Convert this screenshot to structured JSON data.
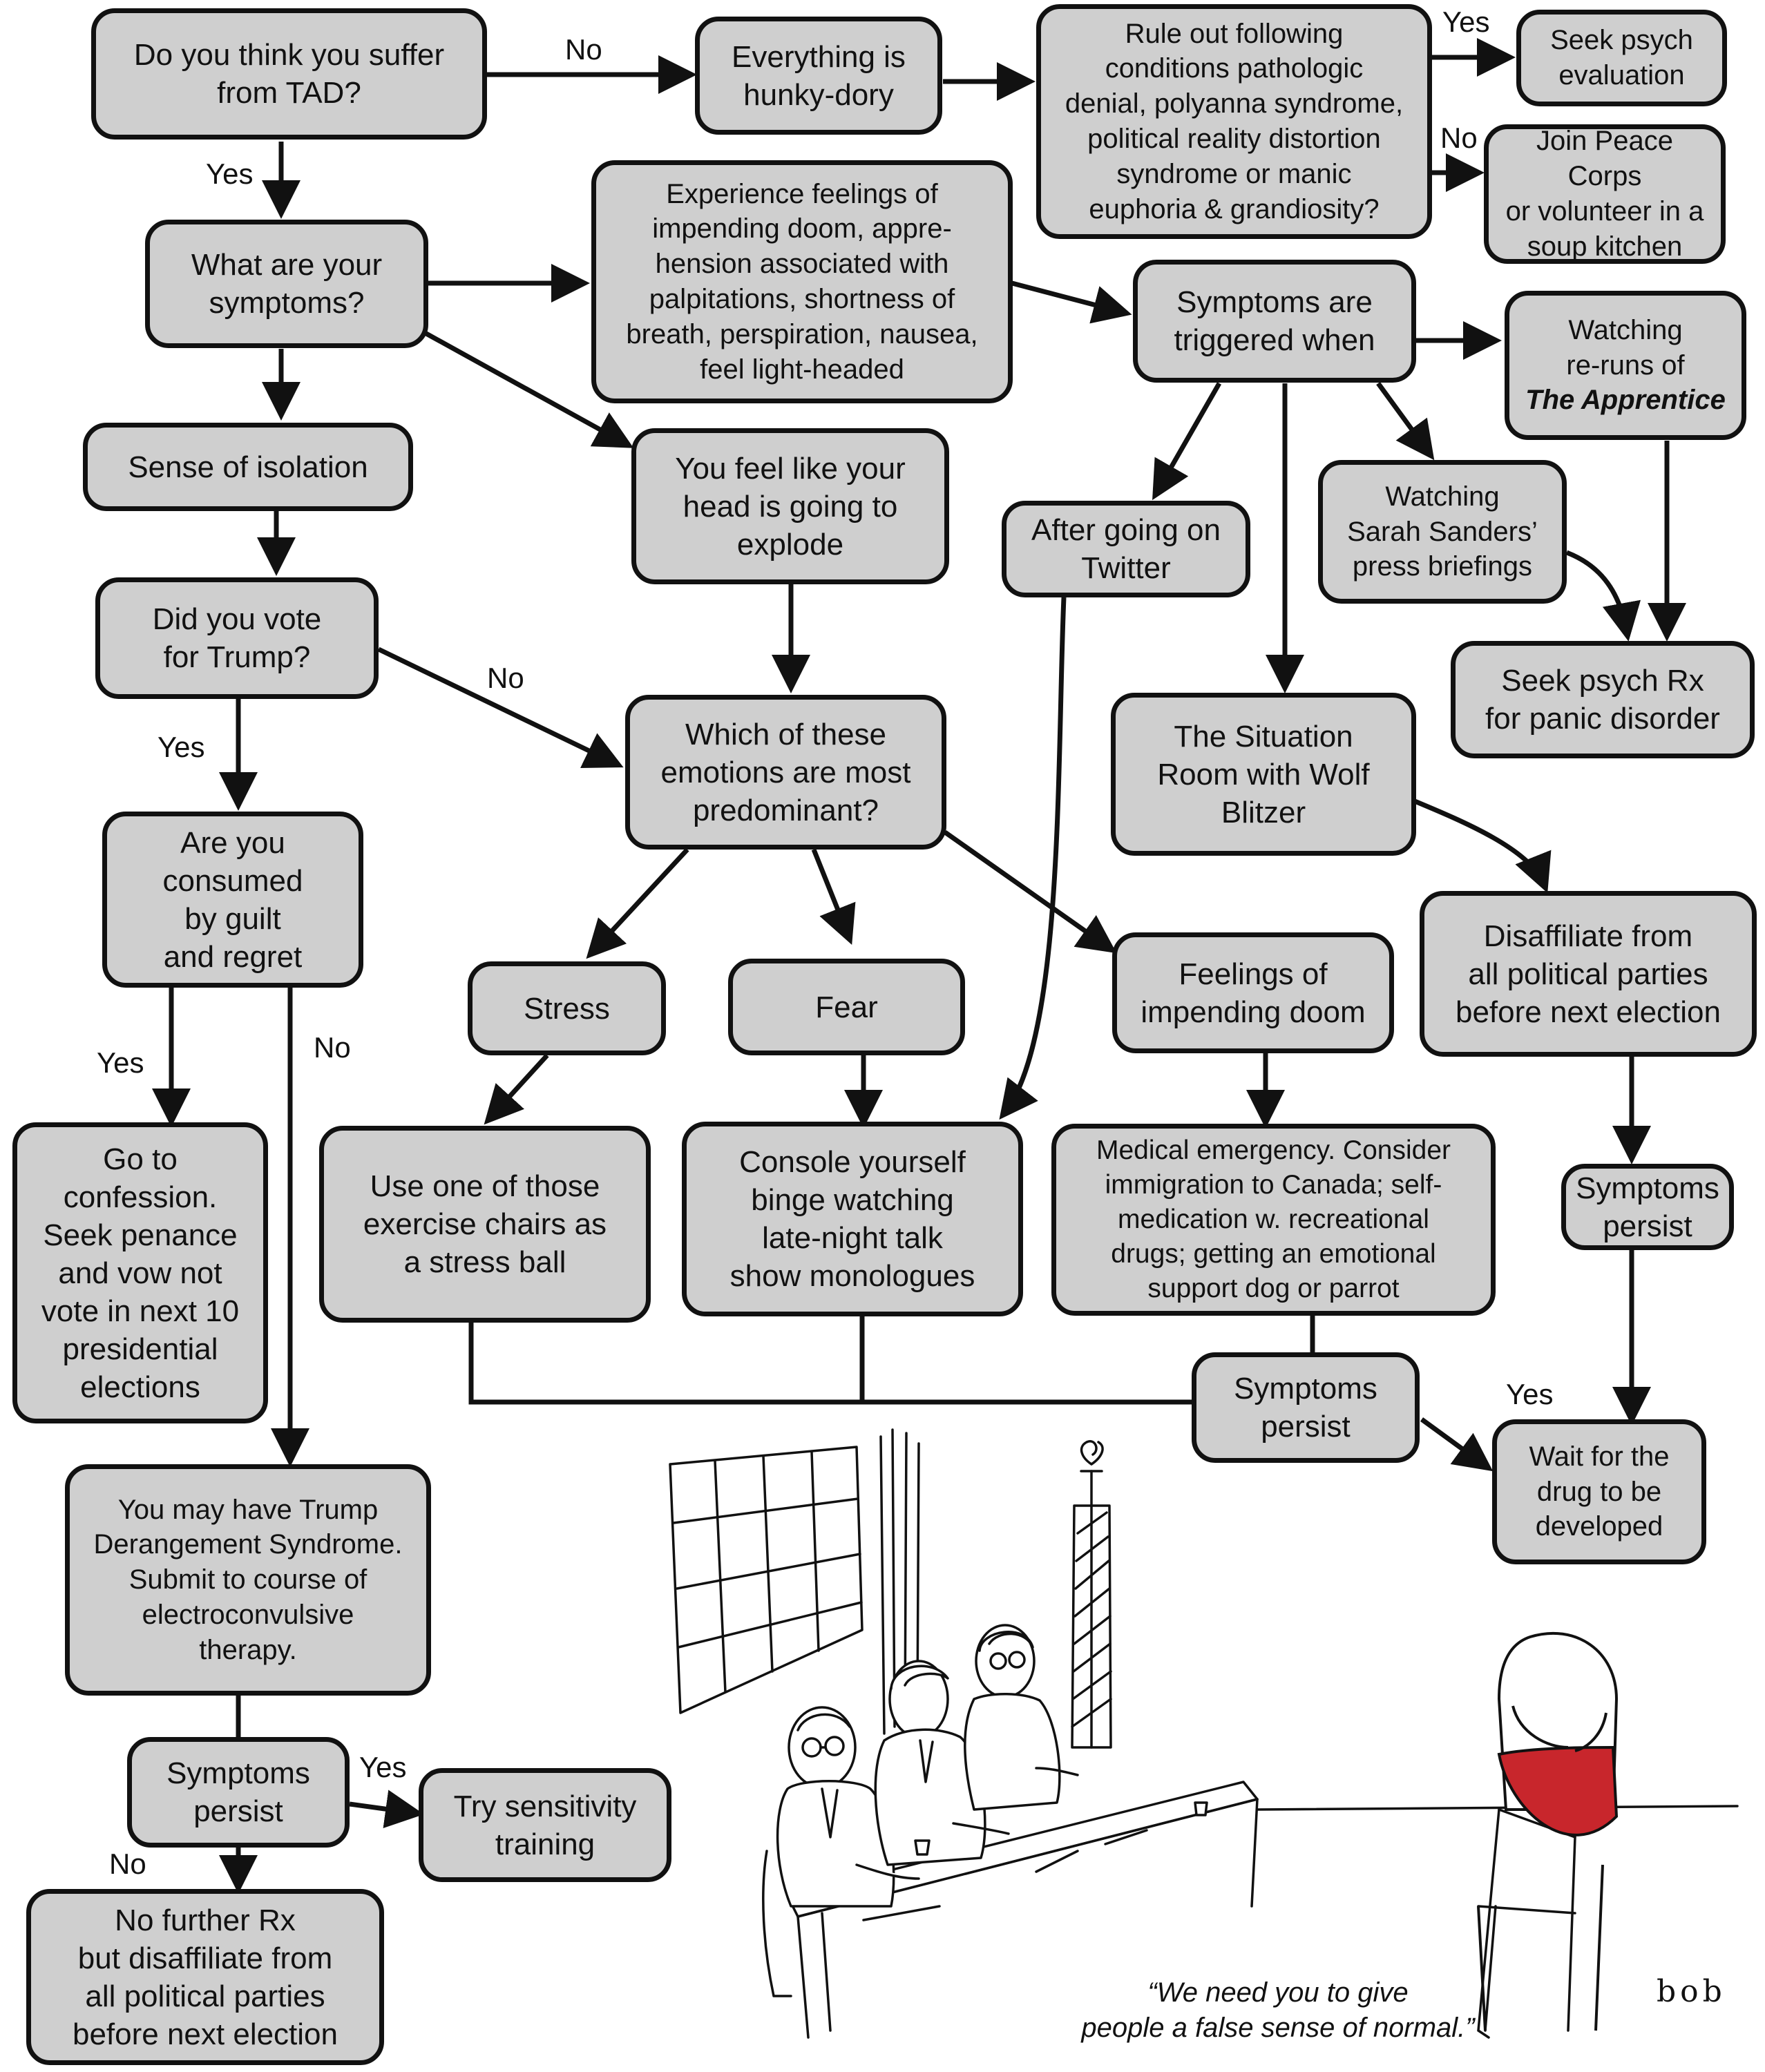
{
  "nodes": {
    "tad": "Do you think you suffer\nfrom TAD?",
    "hunky": "Everything is\nhunky-dory",
    "ruleout": "Rule out following\nconditions pathologic\ndenial, polyanna syndrome,\npolitical reality distortion\nsyndrome or manic\neuphoria & grandiosity?",
    "seekpsych": "Seek psych\nevaluation",
    "peace": "Join Peace Corps\nor volunteer in a\nsoup kitchen",
    "symptoms_q": "What are your\nsymptoms?",
    "doom_feel": "Experience feelings of\nimpending doom, appre-\nhension associated with\npalpitations, shortness of\nbreath, perspiration, nausea,\nfeel light-headed",
    "triggered": "Symptoms are\ntriggered when",
    "apprentice_1": "Watching\nre-runs of",
    "apprentice_2": "The Apprentice",
    "isolation": "Sense of isolation",
    "head": "You feel like your\nhead is going to\nexplode",
    "twitter": "After going on\nTwitter",
    "sanders": "Watching\nSarah Sanders’\npress briefings",
    "panic": "Seek psych Rx\nfor panic disorder",
    "vote": "Did you vote\nfor Trump?",
    "emotions": "Which of these\nemotions are most\npredominant?",
    "situation": "The Situation\nRoom with Wolf\nBlitzer",
    "guilt": "Are you\nconsumed\nby guilt\nand regret",
    "stress": "Stress",
    "fear": "Fear",
    "impending": "Feelings of\nimpending doom",
    "disaffiliate": "Disaffiliate from\nall political parties\nbefore next election",
    "confession": "Go to\nconfession.\nSeek penance\nand vow not\nvote in next 10\npresidential\nelections",
    "exercise": "Use one of those\nexercise chairs as\na stress ball",
    "console": "Console yourself\nbinge watching\nlate-night talk\nshow monologues",
    "medical": "Medical emergency. Consider\nimmigration to Canada; self-\nmedication w. recreational\ndrugs; getting an emotional\nsupport dog or parrot",
    "persist_right": "Symptoms\npersist",
    "persist_mid": "Symptoms\npersist",
    "wait": "Wait for the\ndrug to be\ndeveloped",
    "derangement": "You may have Trump\nDerangement Syndrome.\nSubmit to course of\nelectroconvulsive\ntherapy.",
    "persist_left": "Symptoms\npersist",
    "sensitivity": "Try sensitivity\ntraining",
    "nofurther": "No further Rx\nbut disaffiliate from\nall political parties\nbefore next election"
  },
  "edge_labels": {
    "tad_no": "No",
    "tad_yes": "Yes",
    "rule_yes": "Yes",
    "rule_no": "No",
    "vote_no": "No",
    "vote_yes": "Yes",
    "guilt_yes": "Yes",
    "guilt_no": "No",
    "wait_yes": "Yes",
    "sens_yes": "Yes",
    "persist_no": "No"
  },
  "cartoon": {
    "caption": "“We need you to give\npeople a false sense of normal.”",
    "signature": "bob"
  },
  "colors": {
    "box_fill": "#cfcfcf",
    "stroke": "#111111",
    "pill_red": "#c8262c"
  }
}
